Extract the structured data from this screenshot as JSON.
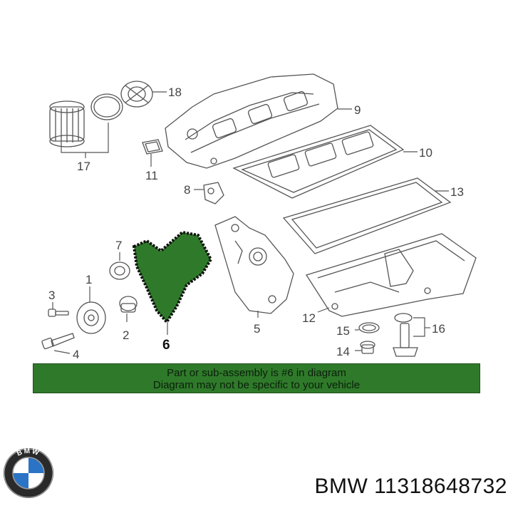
{
  "diagram": {
    "callouts": [
      "1",
      "2",
      "3",
      "4",
      "5",
      "6",
      "7",
      "8",
      "9",
      "10",
      "11",
      "12",
      "13",
      "14",
      "15",
      "16",
      "17",
      "18"
    ],
    "highlighted_part": "6"
  },
  "banner": {
    "line1": "Part or sub-assembly is #6 in diagram",
    "line2": "Diagram may not be specific to your vehicle",
    "color": "#2f7a2a"
  },
  "logo": {
    "icon": "bmw-roundel-icon",
    "letters": "BMW"
  },
  "caption": {
    "text": "BMW 11318648732"
  }
}
